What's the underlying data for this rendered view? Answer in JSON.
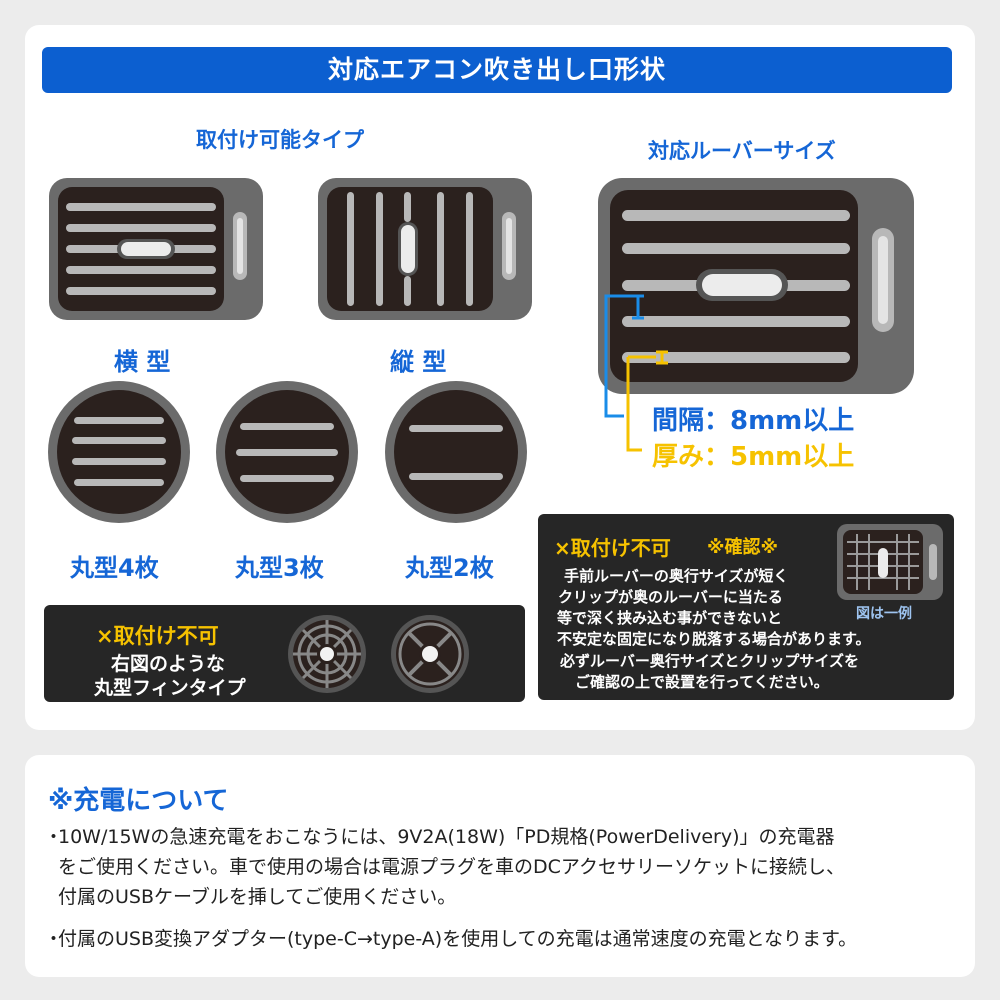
{
  "banner": {
    "title": "対応エアコン吹き出し口形状"
  },
  "mountable": {
    "title": "取付け可能タイプ",
    "horizontal_label": "横 型",
    "vertical_label": "縦 型",
    "round4_label": "丸型4枚",
    "round3_label": "丸型3枚",
    "round2_label": "丸型2枚"
  },
  "unmountable_round": {
    "title": "×取付け不可",
    "line1": "右図のような",
    "line2": "丸型フィンタイプ"
  },
  "louver_size": {
    "title": "対応ルーバーサイズ",
    "gap_label": "間隔：8mm以上",
    "thickness_label": "厚み：5mm以上",
    "gap_color": "#1a8ce8",
    "thickness_color": "#f6c200"
  },
  "caution": {
    "title": "×取付け不可",
    "confirm": "※確認※",
    "lines": [
      "手前ルーバーの奥行サイズが短く",
      "クリップが奥のルーバーに当たる",
      "等で深く挟み込む事ができないと",
      "不安定な固定になり脱落する場合があります。",
      "必ずルーバー奥行サイズとクリップサイズを",
      "ご確認の上で設置を行ってください。"
    ],
    "figure_caption": "図は一例"
  },
  "charging": {
    "title": "※充電について",
    "bullet_mark": "・",
    "note1": {
      "line1": "10W/15Wの急速充電をおこなうには、9V2A(18W)「PD規格(PowerDelivery)」の充電器",
      "line2": "をご使用ください。車で使用の場合は電源プラグを車のDCアクセサリーソケットに接続し、",
      "line3": "付属のUSBケーブルを挿してご使用ください。"
    },
    "note2": "付属のUSB変換アダプター(type-C→type-A)を使用しての充電は通常速度の充電となります。"
  },
  "colors": {
    "accent_blue": "#0c5fd0",
    "text_blue": "#1566d6",
    "vent_body": "#6b6b6b",
    "vent_inner": "#2b211e",
    "louver": "#b8b8b8"
  }
}
